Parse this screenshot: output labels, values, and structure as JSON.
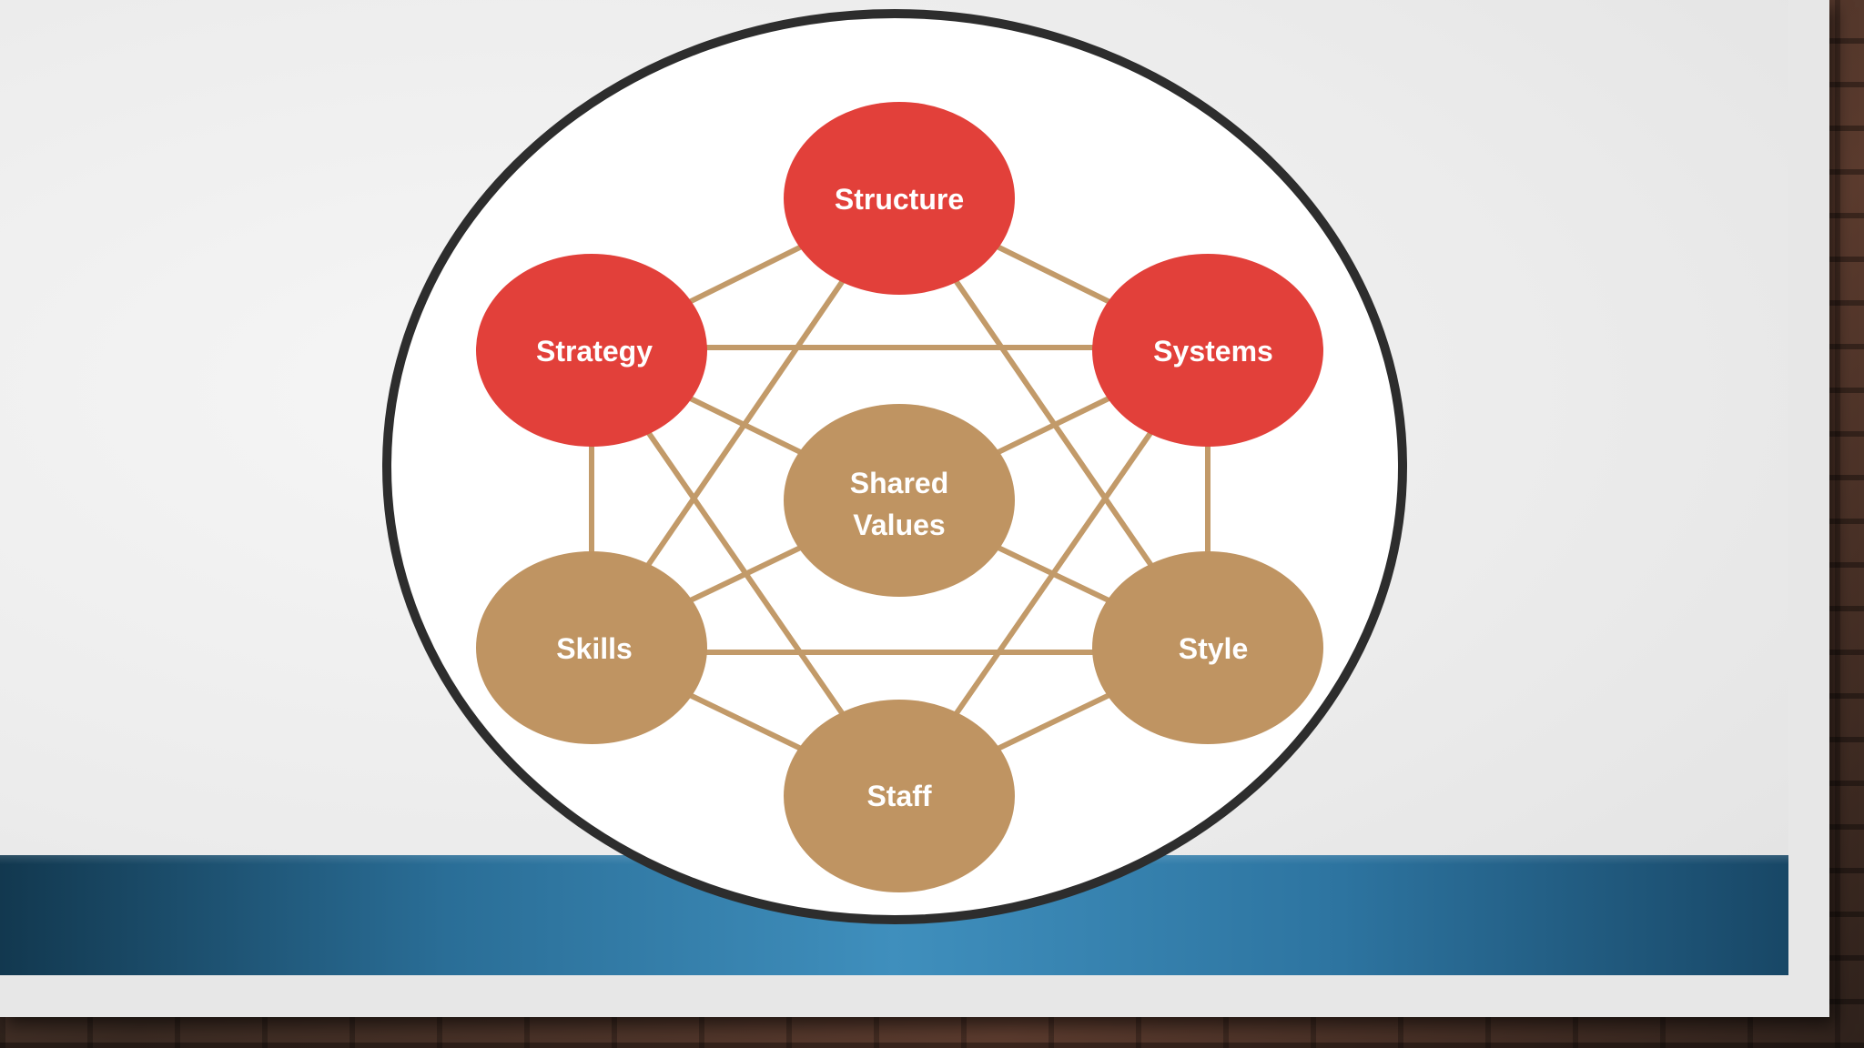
{
  "diagram": {
    "colors": {
      "red": "#e2403a",
      "tan": "#bf9462",
      "connector": "#c29a69",
      "ring": "#2d2d2d",
      "band": "#3f8fbd"
    },
    "nodes": {
      "structure": {
        "label": "Structure",
        "color": "red"
      },
      "strategy": {
        "label": "Strategy",
        "color": "red"
      },
      "systems": {
        "label": "Systems",
        "color": "red"
      },
      "shared_values": {
        "label_line1": "Shared",
        "label_line2": "Values",
        "color": "tan"
      },
      "skills": {
        "label": "Skills",
        "color": "tan"
      },
      "style": {
        "label": "Style",
        "color": "tan"
      },
      "staff": {
        "label": "Staff",
        "color": "tan"
      }
    }
  }
}
